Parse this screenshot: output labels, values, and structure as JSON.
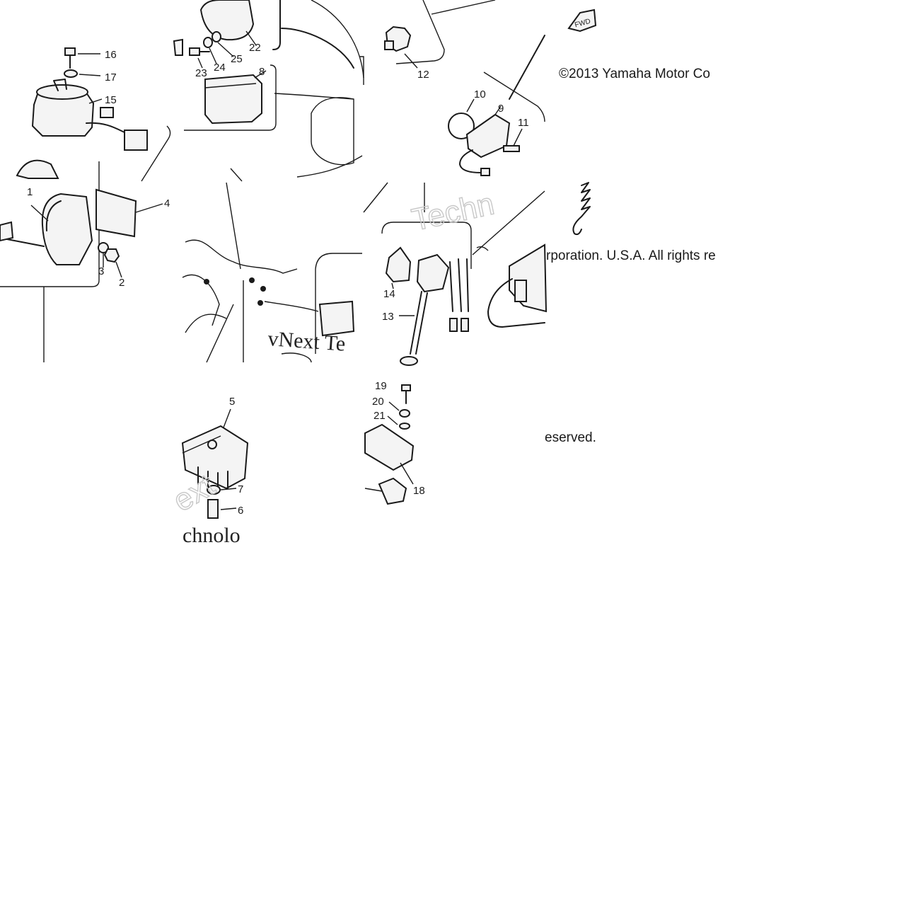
{
  "copyright": {
    "line1": "©2013 Yamaha Motor Co",
    "line2": "rporation. U.S.A. All rights re",
    "line3": "eserved."
  },
  "direction_badge": "FWD",
  "watermark": {
    "text1": "Techn",
    "text2": "vNext Te",
    "text3": "ext",
    "text4": "chnolo"
  },
  "callouts": {
    "c1": "1",
    "c2": "2",
    "c3": "3",
    "c4": "4",
    "c5": "5",
    "c6": "6",
    "c7": "7",
    "c8": "8",
    "c9": "9",
    "c10": "10",
    "c11": "11",
    "c12": "12",
    "c13": "13",
    "c14": "14",
    "c15": "15",
    "c16": "16",
    "c17": "17",
    "c18": "18",
    "c19": "19",
    "c20": "20",
    "c21": "21",
    "c22": "22",
    "c23": "23",
    "c24": "24",
    "c25": "25"
  }
}
